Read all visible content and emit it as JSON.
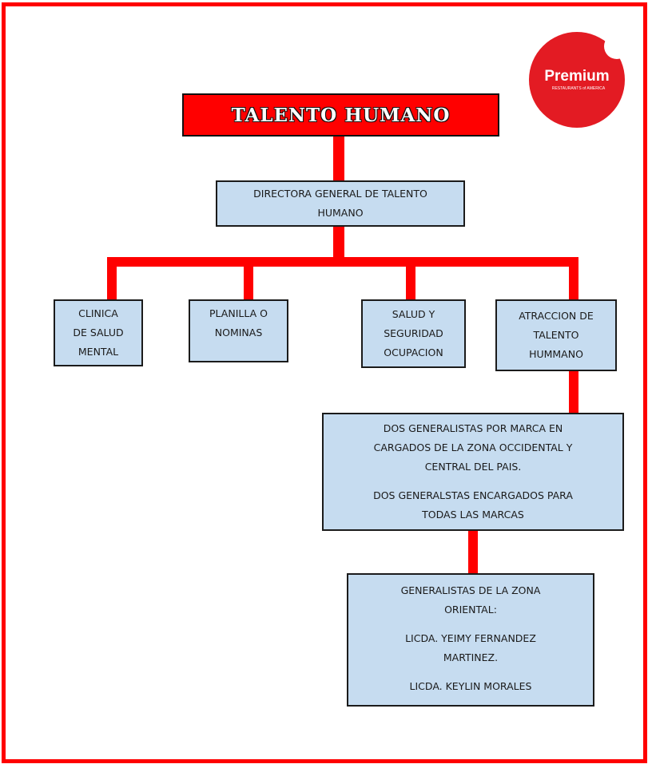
{
  "title": "TALENTO HUMANO",
  "logo": {
    "text": "Premium",
    "tagline": "RESTAURANTS of AMERICA",
    "color": "#e31b23"
  },
  "colors": {
    "accent": "#ff0000",
    "box_fill": "#c6dcf0",
    "border": "#1b1b1b"
  },
  "director": {
    "lines": [
      "DIRECTORA GENERAL DE TALENTO",
      "HUMANO"
    ]
  },
  "departments": [
    {
      "lines": [
        "CLINICA",
        "DE SALUD",
        "MENTAL"
      ]
    },
    {
      "lines": [
        "PLANILLA O",
        "NOMINAS"
      ]
    },
    {
      "lines": [
        "SALUD Y",
        "SEGURIDAD",
        "OCUPACION"
      ]
    },
    {
      "lines": [
        "ATRACCION DE",
        "TALENTO",
        "HUMMANO"
      ]
    }
  ],
  "generalists": {
    "p1": [
      "DOS GENERALISTAS POR MARCA EN",
      "CARGADOS DE LA ZONA OCCIDENTAL Y",
      "CENTRAL DEL PAIS."
    ],
    "p2": [
      "DOS GENERALSTAS ENCARGADOS PARA",
      "TODAS LAS MARCAS"
    ]
  },
  "oriental": {
    "p1": [
      "GENERALISTAS DE LA ZONA",
      "ORIENTAL:"
    ],
    "p2": [
      "LICDA. YEIMY FERNANDEZ",
      "MARTINEZ."
    ],
    "p3": [
      "LICDA. KEYLIN MORALES"
    ]
  }
}
